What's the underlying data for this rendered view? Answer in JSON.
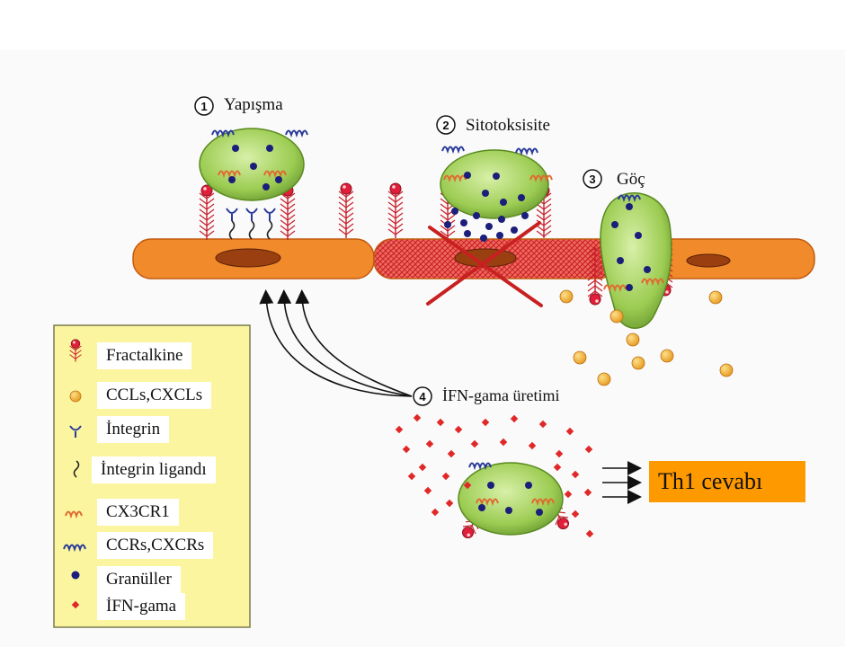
{
  "steps": [
    {
      "number": "1",
      "label": "Yapışma"
    },
    {
      "number": "2",
      "label": "Sitotoksisite"
    },
    {
      "number": "3",
      "label": "Göç"
    },
    {
      "number": "4",
      "label": "İFN-gama üretimi"
    }
  ],
  "result": {
    "label": "Th1 cevabı"
  },
  "legend": {
    "items": [
      {
        "label": "Fractalkine",
        "icon": "fractalkine-icon"
      },
      {
        "label": "CCLs,CXCLs",
        "icon": "chemokine-icon"
      },
      {
        "label": "İntegrin",
        "icon": "integrin-icon"
      },
      {
        "label": "İntegrin ligandı",
        "icon": "integrin-ligand-icon"
      },
      {
        "label": "CX3CR1",
        "icon": "cx3cr1-icon"
      },
      {
        "label": "CCRs,CXCRs",
        "icon": "ccr-cxcr-icon"
      },
      {
        "label": "Granüller",
        "icon": "granule-icon"
      },
      {
        "label": "İFN-gama",
        "icon": "ifn-gamma-icon"
      }
    ]
  },
  "colors": {
    "cell": "#9ccc52",
    "granule": "#1b1e7a",
    "fractalkine": "#e0203a",
    "endothelium": "#f08a2a",
    "chemokine": "#f0a030",
    "ifn": "#e02828",
    "legend_bg": "#fbf5a0",
    "result_bg": "#ff9900"
  }
}
